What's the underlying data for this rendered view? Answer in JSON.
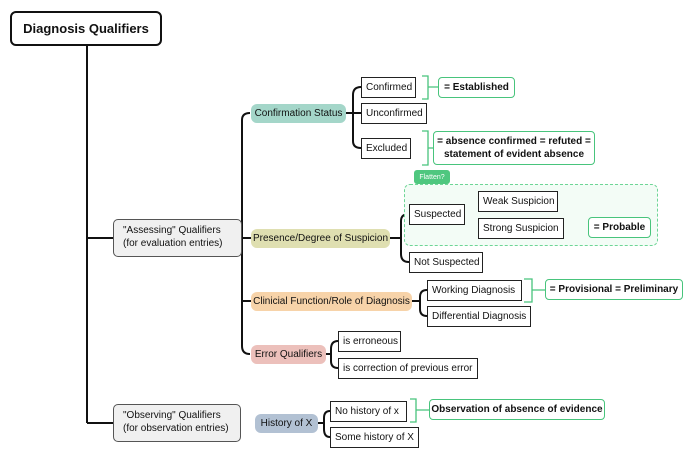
{
  "root": "Diagnosis Qualifiers",
  "assessing": {
    "label_line1": "\"Assessing\" Qualifiers",
    "label_line2": "(for evaluation entries)",
    "confirmation": {
      "label": "Confirmation Status",
      "confirmed": "Confirmed",
      "unconfirmed": "Unconfirmed",
      "excluded": "Excluded",
      "established_note": "= Established",
      "excluded_note_line1": "= absence confirmed = refuted =",
      "excluded_note_line2": "statement of evident absence"
    },
    "presence": {
      "label": "Presence/Degree of Suspicion",
      "flatten_tag": "Flatten?",
      "suspected": "Suspected",
      "weak": "Weak Suspicion",
      "strong": "Strong Suspicion",
      "probable_note": "= Probable",
      "not_suspected": "Not Suspected"
    },
    "clinical": {
      "label": "Clinicial Function/Role of Diagnosis",
      "working": "Working Diagnosis",
      "differential": "Differential Diagnosis",
      "provisional_note": "= Provisional = Preliminary"
    },
    "error": {
      "label": "Error Qualifiers",
      "erroneous": "is erroneous",
      "correction": "is correction of previous error"
    }
  },
  "observing": {
    "label_line1": "\"Observing\" Qualifiers",
    "label_line2": "(for observation entries)",
    "history": {
      "label": "History of X",
      "no_history": "No history of x",
      "some_history": "Some history of X",
      "absence_note": "Observation of absence of evidence"
    }
  },
  "colors": {
    "confirmation": "#a4d6c9",
    "presence": "#dfdfb1",
    "clinical": "#f7d3a9",
    "error": "#ecc0bb",
    "history": "#b2c1d3",
    "green_accent": "#48c47c"
  }
}
